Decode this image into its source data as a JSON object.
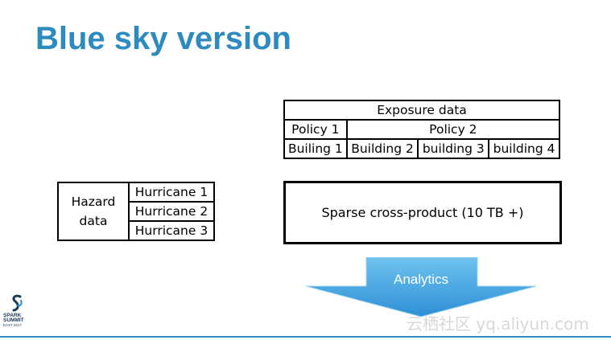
{
  "slide": {
    "title": "Blue sky version"
  },
  "exposure_table": {
    "header": "Exposure data",
    "policies": [
      "Policy 1",
      "Policy 2"
    ],
    "buildings": [
      "Builing 1",
      "Building 2",
      "building 3",
      "building 4"
    ]
  },
  "hazard_table": {
    "label": "Hazard data",
    "hurricanes": [
      "Hurricane 1",
      "Hurricane 2",
      "Hurricane 3"
    ]
  },
  "sparse_box": {
    "label": "Sparse cross-product (10 TB +)"
  },
  "analytics_arrow": {
    "label": "Analytics",
    "color_top": "#6ec3ee",
    "color_bottom": "#2f8fd6"
  },
  "logo": {
    "line1": "SPARK",
    "line2": "SUMMIT",
    "line3": "EAST 2017",
    "icon": "spark-summit-logo-icon"
  },
  "watermark": {
    "text": "云栖社区 yq.aliyun.com"
  },
  "colors": {
    "title": "#2e8bc0",
    "accent_line": "#2e8bc0"
  }
}
